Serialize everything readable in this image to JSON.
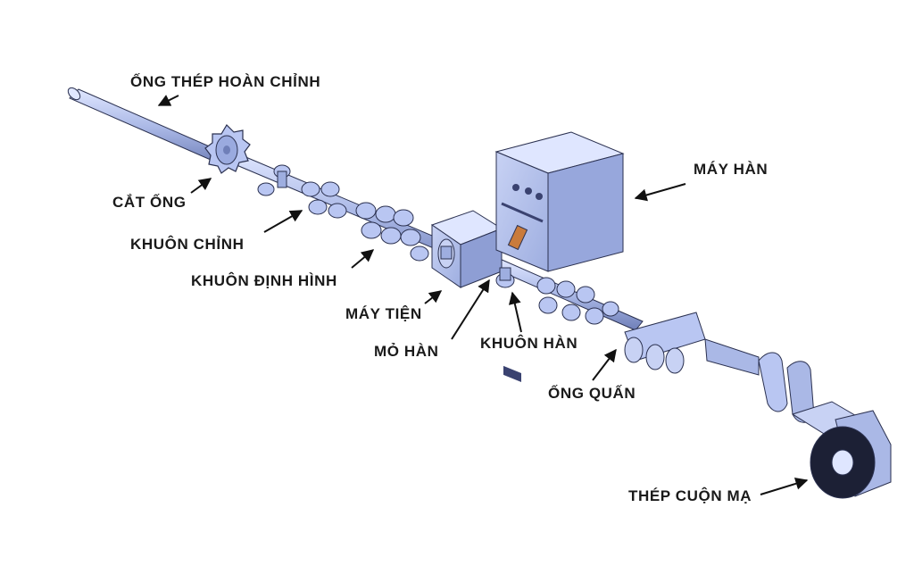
{
  "colors": {
    "metal": "#aab8e6",
    "metal_dark": "#6f7fb8",
    "metal_light": "#dfe6ff",
    "outline": "#2b3150",
    "coil_dark": "#1c2035",
    "arrow": "#111111"
  },
  "labels": {
    "finished_pipe": "ỐNG THÉP HOÀN CHỈNH",
    "pipe_cutter": "CẮT ỐNG",
    "straightening_die": "KHUÔN CHỈNH",
    "shaping_die": "KHUÔN ĐỊNH HÌNH",
    "lathe": "MÁY TIỆN",
    "welding_torch": "MỎ HÀN",
    "welding_die": "KHUÔN HÀN",
    "welding_machine": "MÁY HÀN",
    "winding_tube": "ỐNG QUẤN",
    "galvanized_coil": "THÉP CUỘN MẠ"
  }
}
